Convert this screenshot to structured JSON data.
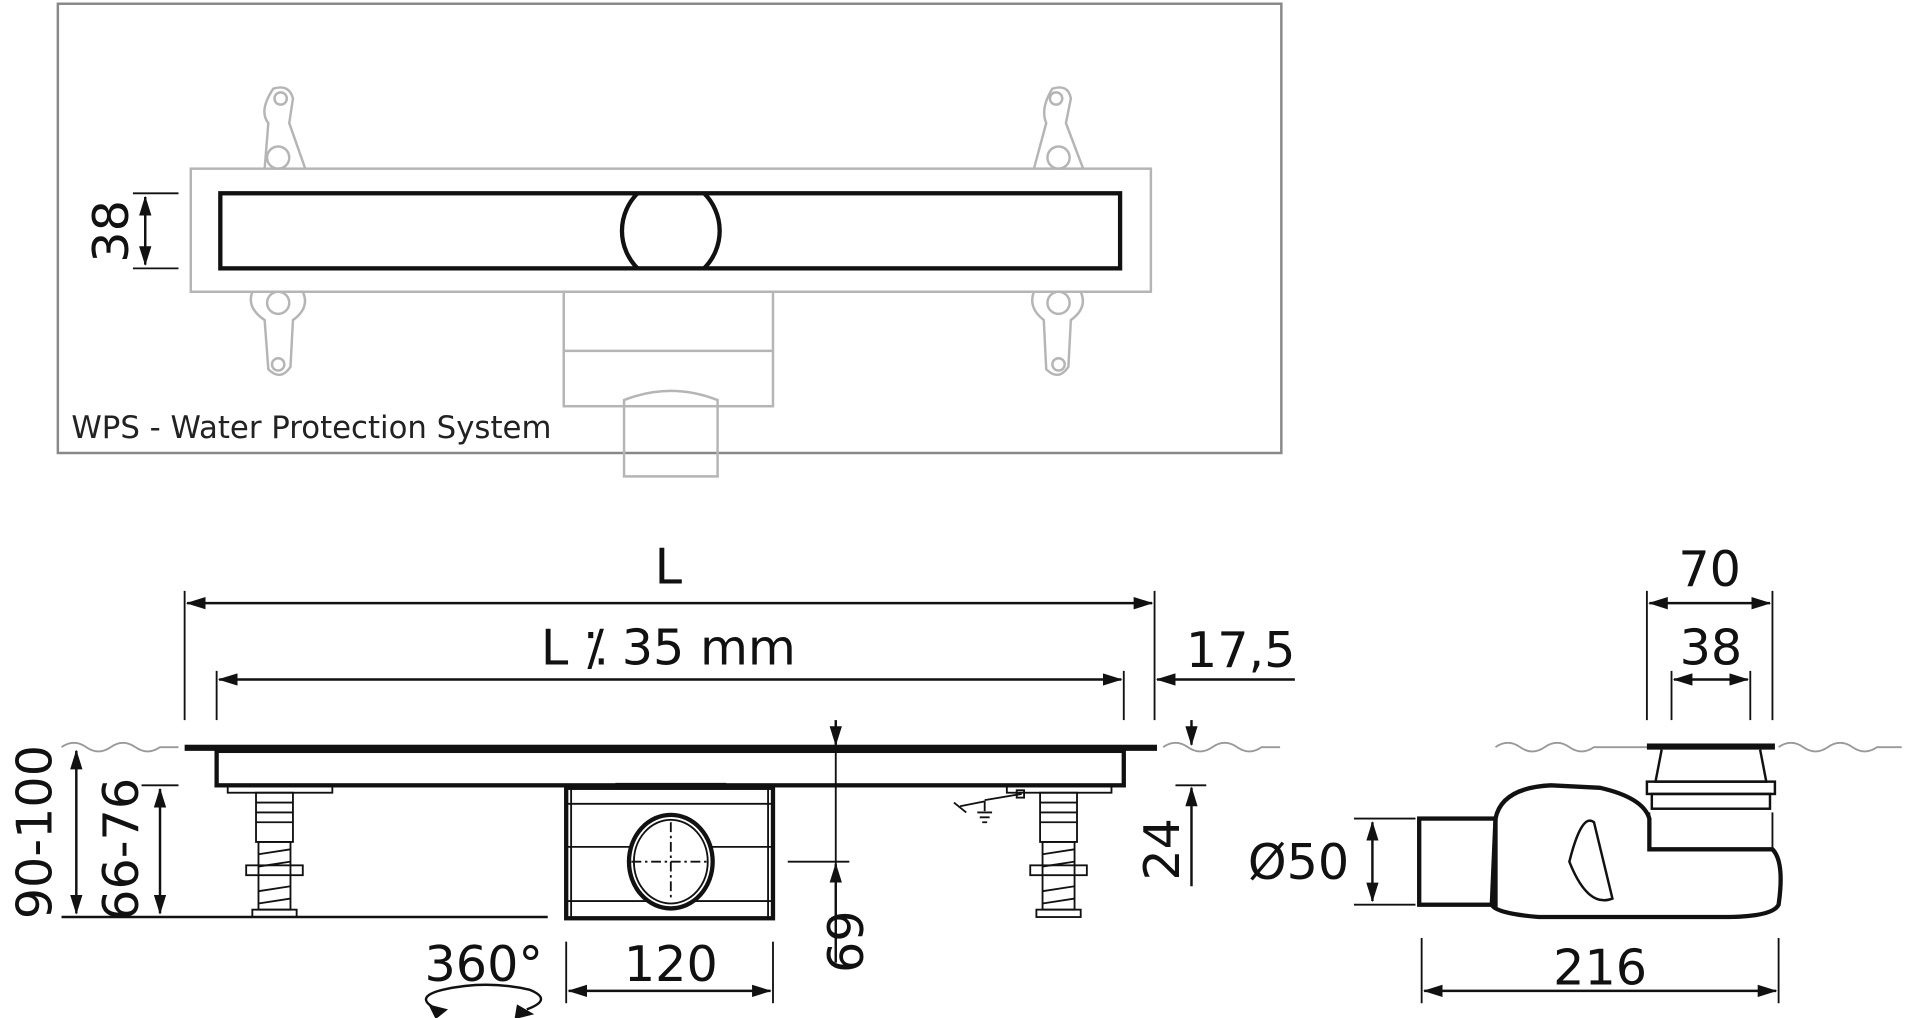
{
  "top_view": {
    "caption": "WPS - Water Protection System",
    "width_dim": "38"
  },
  "side_view": {
    "length_dim": "L",
    "inner_length_dim": "L ⁒ 35 mm",
    "offset_dim": "17,5",
    "total_height_dim": "90-100",
    "leg_height_dim": "66-76",
    "channel_depth_dim": "24",
    "outlet_height_dim": "69",
    "outlet_width_dim": "120",
    "rotation_label": "360°"
  },
  "end_view": {
    "flange_width_dim": "70",
    "grate_width_dim": "38",
    "pipe_diameter_dim": "Ø50",
    "trap_length_dim": "216"
  },
  "colors": {
    "line": "#111111",
    "ghost": "#b5b5b5"
  }
}
